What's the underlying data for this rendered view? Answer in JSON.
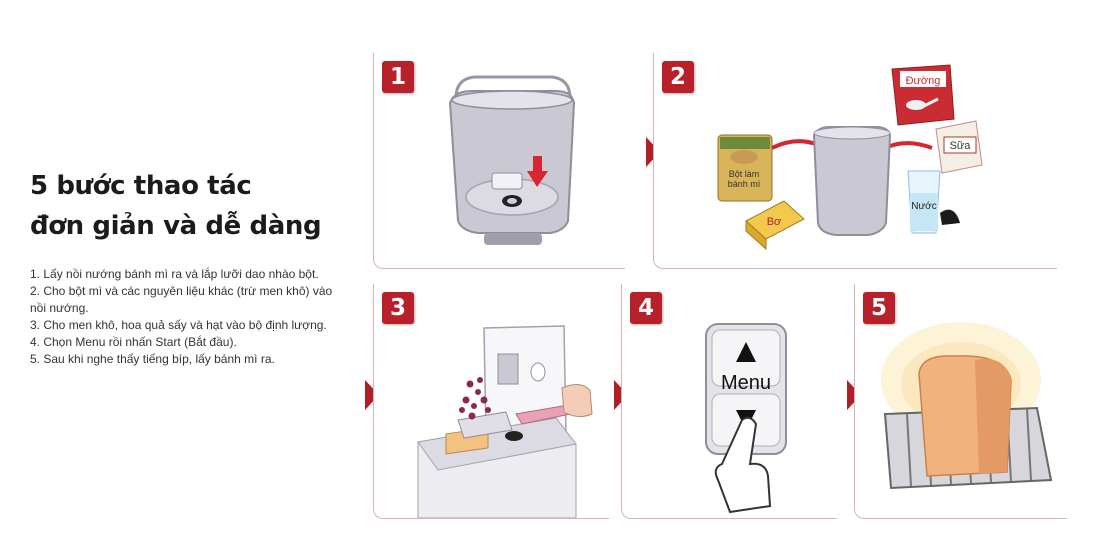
{
  "heading": {
    "line1": "5 bước thao tác",
    "line2": "đơn giản và dễ dàng"
  },
  "steps": [
    "1. Lấy nồi nướng bánh mì ra và lắp lưỡi dao nhào bột.",
    "2. Cho bột mì và các nguyên liệu khác (trừ men khô) vào nồi nướng.",
    "3. Cho men khô, hoa quả sấy và hạt vào bộ định lượng.",
    "4. Chọn Menu rồi nhấn Start (Bắt đầu).",
    "5. Sau khi nghe thấy tiếng bíp, lấy bánh mì ra."
  ],
  "panels": [
    {
      "number": "1"
    },
    {
      "number": "2",
      "labels": {
        "sugar": "Đường",
        "milk": "Sữa",
        "flour_line1": "Bột làm",
        "flour_line2": "bánh mì",
        "butter": "Bơ",
        "water": "Nước"
      }
    },
    {
      "number": "3"
    },
    {
      "number": "4",
      "menu_label": "Menu"
    },
    {
      "number": "5"
    }
  ],
  "colors": {
    "accent": "#b8202a",
    "pot": "#c9c8d3"
  }
}
